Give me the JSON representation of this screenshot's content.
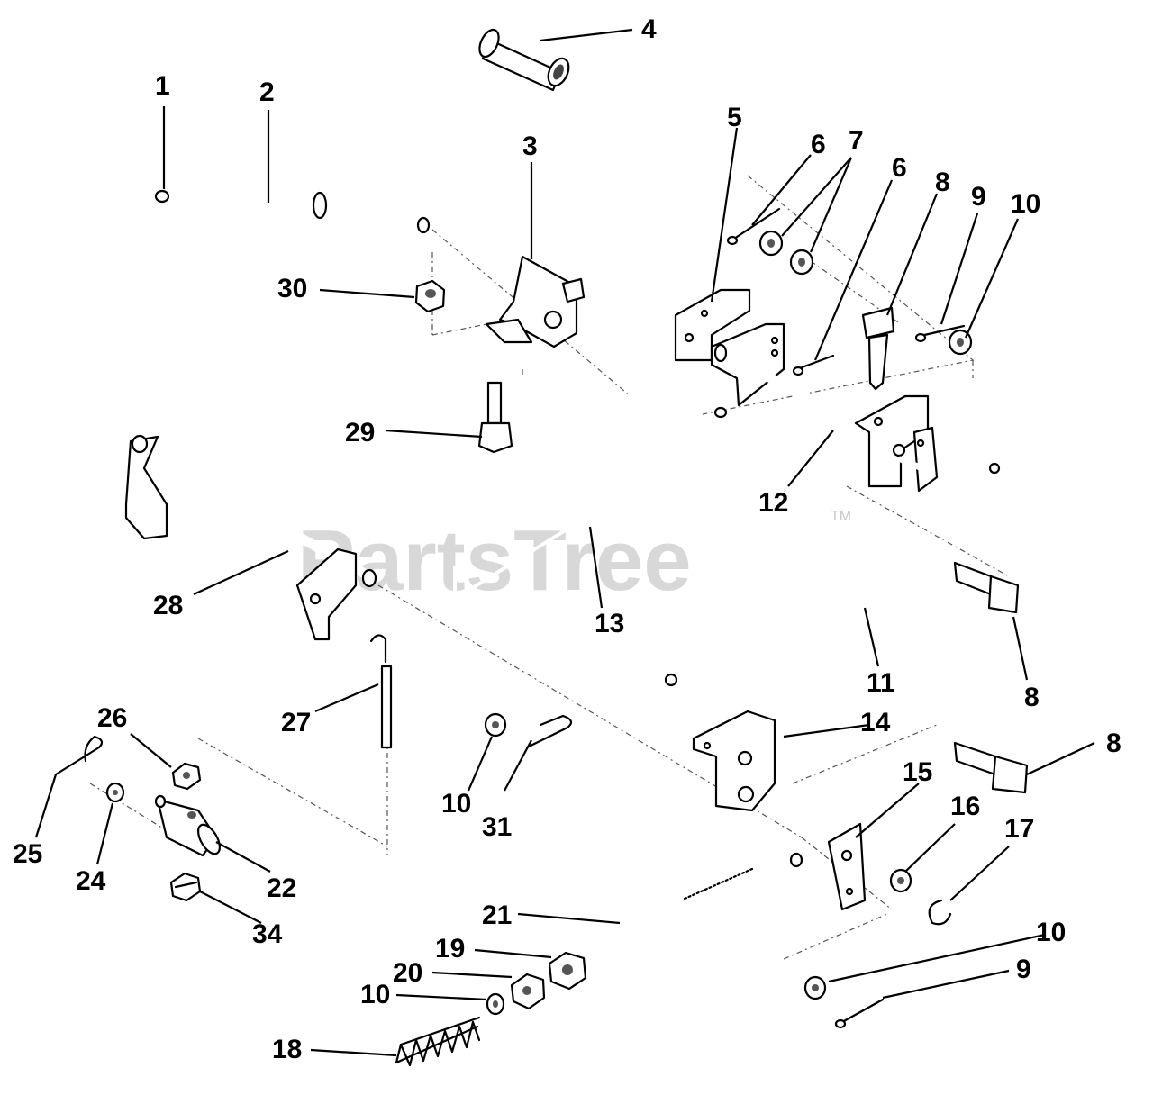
{
  "diagram": {
    "watermark": "PartsTree",
    "watermark_tm": "TM",
    "labels": [
      {
        "id": "l1",
        "text": "1"
      },
      {
        "id": "l2",
        "text": "2"
      },
      {
        "id": "l3",
        "text": "3"
      },
      {
        "id": "l4",
        "text": "4"
      },
      {
        "id": "l5",
        "text": "5"
      },
      {
        "id": "l6a",
        "text": "6"
      },
      {
        "id": "l7",
        "text": "7"
      },
      {
        "id": "l6b",
        "text": "6"
      },
      {
        "id": "l8a",
        "text": "8"
      },
      {
        "id": "l9a",
        "text": "9"
      },
      {
        "id": "l10a",
        "text": "10"
      },
      {
        "id": "l30",
        "text": "30"
      },
      {
        "id": "l29",
        "text": "29"
      },
      {
        "id": "l12",
        "text": "12"
      },
      {
        "id": "l28",
        "text": "28"
      },
      {
        "id": "l13",
        "text": "13"
      },
      {
        "id": "l11",
        "text": "11"
      },
      {
        "id": "l8b",
        "text": "8"
      },
      {
        "id": "l27",
        "text": "27"
      },
      {
        "id": "l14",
        "text": "14"
      },
      {
        "id": "l8c",
        "text": "8"
      },
      {
        "id": "l26",
        "text": "26"
      },
      {
        "id": "l10b",
        "text": "10"
      },
      {
        "id": "l31",
        "text": "31"
      },
      {
        "id": "l15",
        "text": "15"
      },
      {
        "id": "l16",
        "text": "16"
      },
      {
        "id": "l17",
        "text": "17"
      },
      {
        "id": "l25",
        "text": "25"
      },
      {
        "id": "l24",
        "text": "24"
      },
      {
        "id": "l22",
        "text": "22"
      },
      {
        "id": "l34",
        "text": "34"
      },
      {
        "id": "l21",
        "text": "21"
      },
      {
        "id": "l10c",
        "text": "10"
      },
      {
        "id": "l19",
        "text": "19"
      },
      {
        "id": "l9b",
        "text": "9"
      },
      {
        "id": "l20",
        "text": "20"
      },
      {
        "id": "l10d",
        "text": "10"
      },
      {
        "id": "l18",
        "text": "18"
      }
    ]
  }
}
